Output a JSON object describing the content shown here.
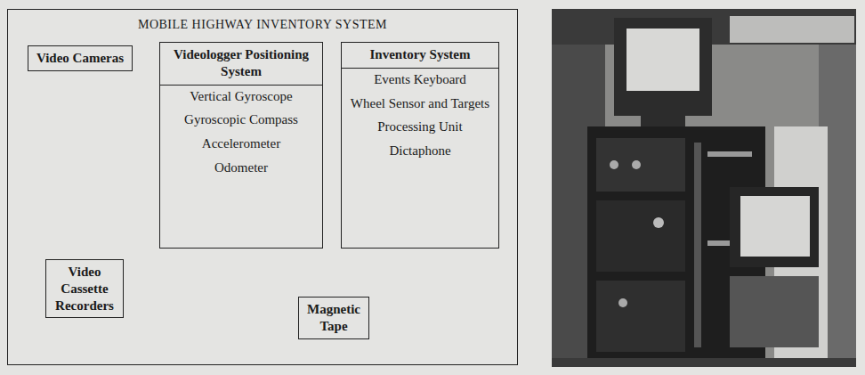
{
  "diagram": {
    "nodes": [
      {
        "text": [
          "MOBILE HIGHWAY INVENTORY SYSTEM"
        ]
      },
      {
        "text": [
          "Video Cameras"
        ],
        "in": 0
      },
      {
        "text": [
          "Videologger Positioning System",
          "Vertical Gyroscope",
          "Gyroscopic Compass",
          "Accelerometer",
          "Odometer"
        ],
        "in": 0
      },
      {
        "text": [
          "Inventory System",
          "Events Keyboard",
          "Wheel Sensor and Targets",
          "Processing Unit",
          "Dictaphone"
        ],
        "in": 0
      },
      {
        "text": [
          "Video Cassette Recorders"
        ],
        "in": 0
      },
      {
        "text": [
          "Magnetic Tape"
        ],
        "in": 0
      }
    ],
    "edges": [
      {
        "from": 1,
        "to": 4,
        "arrow": "to"
      },
      {
        "from": 2,
        "to": 4,
        "arrow": "to"
      },
      {
        "from": 2,
        "to": 5,
        "arrow": "to"
      },
      {
        "from": 3,
        "to": 5,
        "arrow": "to"
      }
    ]
  }
}
